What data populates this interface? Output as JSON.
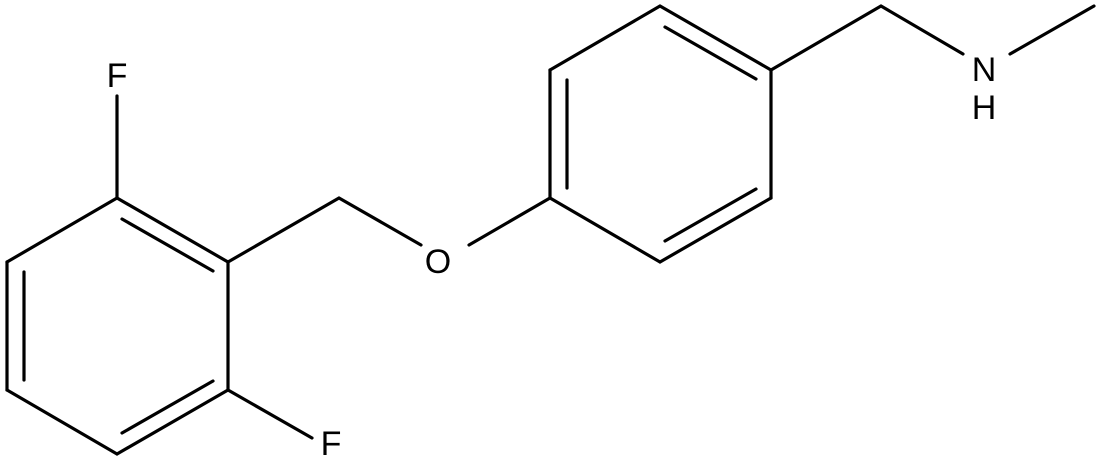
{
  "atoms": {
    "f_top": "F",
    "f_bottom": "F",
    "o_ether": "O",
    "n_amine": "N",
    "h_amine": "H"
  },
  "colors": {
    "bond": "#000000",
    "label": "#000000",
    "background": "#ffffff"
  }
}
